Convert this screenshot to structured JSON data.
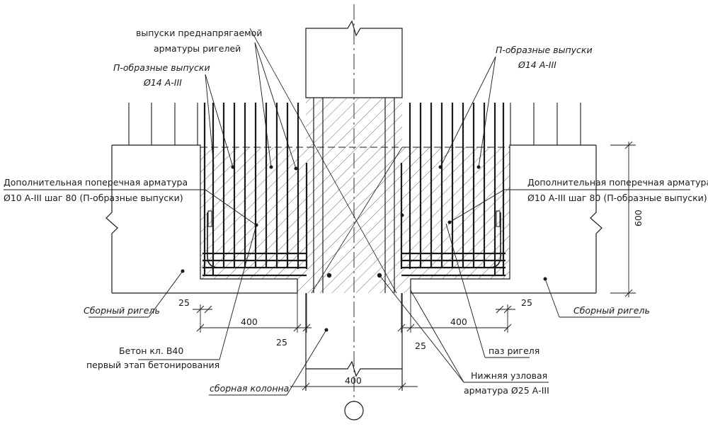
{
  "labels": {
    "prestressed_outlets_line1": "выпуски преднапрягаемой",
    "prestressed_outlets_line2": "арматуры ригелей",
    "u_outlets_left_line1": "П-образные выпуски",
    "u_outlets_left_line2": "Ø14 А-III",
    "u_outlets_right_line1": "П-образные выпуски",
    "u_outlets_right_line2": "Ø14 А-III",
    "add_rebar_left_line1": "Дополнительная поперечная арматура",
    "add_rebar_left_line2": "Ø10 А-III шаг 80 (П-образные выпуски)",
    "add_rebar_right_line1": "Дополнительная поперечная арматура",
    "add_rebar_right_line2": "Ø10 А-III шаг 80 (П-образные выпуски)",
    "precast_beam_left": "Сборный ригель",
    "precast_beam_right": "Сборный ригель",
    "concrete_line1": "Бетон кл. В40",
    "concrete_line2": "первый этап бетонирования",
    "precast_column": "сборная колонна",
    "beam_groove": "паз ригеля",
    "bottom_rebar_line1": "Нижняя узловая",
    "bottom_rebar_line2": "арматура Ø25 А-III"
  },
  "dimensions": {
    "height_600": "600",
    "left_400": "400",
    "right_400": "400",
    "bottom_400": "400",
    "left_25_top": "25",
    "left_25_bottom": "25",
    "right_25_top": "25",
    "right_25_bottom": "25"
  }
}
